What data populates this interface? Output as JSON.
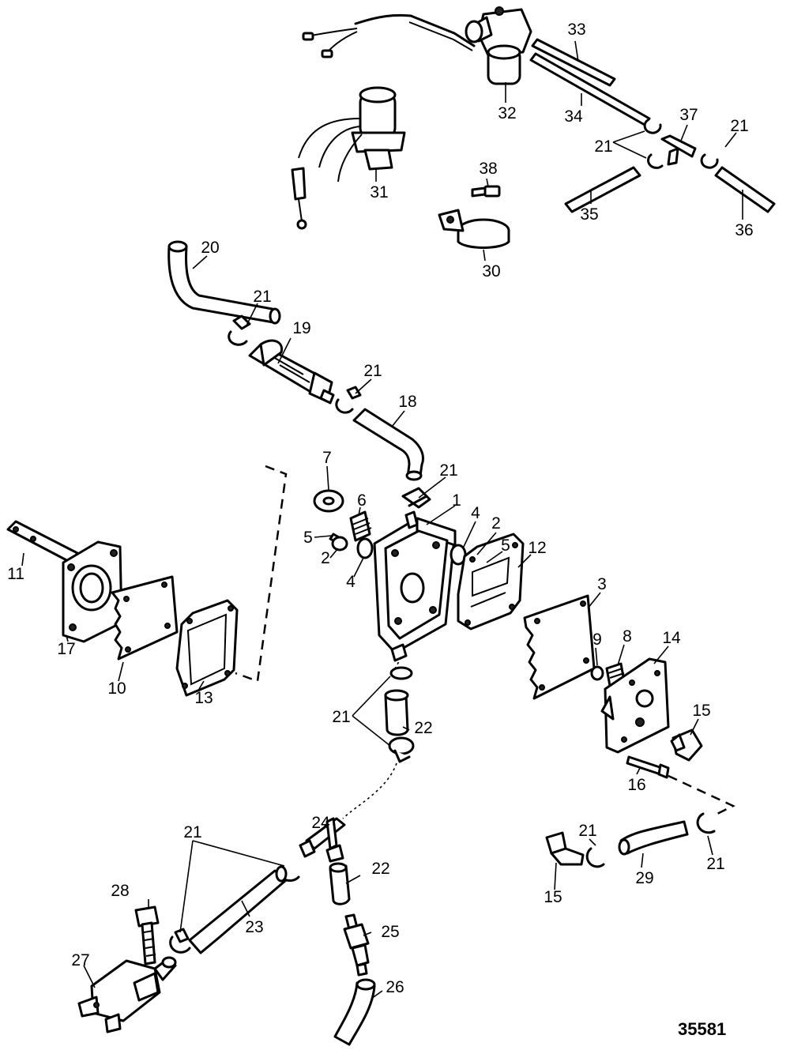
{
  "drawing_number": "35581",
  "callouts": [
    {
      "id": "c1",
      "label": "1"
    },
    {
      "id": "c2a",
      "label": "2"
    },
    {
      "id": "c2b",
      "label": "2"
    },
    {
      "id": "c3",
      "label": "3"
    },
    {
      "id": "c4a",
      "label": "4"
    },
    {
      "id": "c4b",
      "label": "4"
    },
    {
      "id": "c5a",
      "label": "5"
    },
    {
      "id": "c5b",
      "label": "5"
    },
    {
      "id": "c6",
      "label": "6"
    },
    {
      "id": "c7",
      "label": "7"
    },
    {
      "id": "c8",
      "label": "8"
    },
    {
      "id": "c9",
      "label": "9"
    },
    {
      "id": "c10",
      "label": "10"
    },
    {
      "id": "c11",
      "label": "11"
    },
    {
      "id": "c12",
      "label": "12"
    },
    {
      "id": "c13",
      "label": "13"
    },
    {
      "id": "c14",
      "label": "14"
    },
    {
      "id": "c15a",
      "label": "15"
    },
    {
      "id": "c15b",
      "label": "15"
    },
    {
      "id": "c16",
      "label": "16"
    },
    {
      "id": "c17",
      "label": "17"
    },
    {
      "id": "c18",
      "label": "18"
    },
    {
      "id": "c19",
      "label": "19"
    },
    {
      "id": "c20",
      "label": "20"
    },
    {
      "id": "c21a",
      "label": "21"
    },
    {
      "id": "c21b",
      "label": "21"
    },
    {
      "id": "c21c",
      "label": "21"
    },
    {
      "id": "c21d",
      "label": "21"
    },
    {
      "id": "c21e",
      "label": "21"
    },
    {
      "id": "c21f",
      "label": "21"
    },
    {
      "id": "c21g",
      "label": "21"
    },
    {
      "id": "c21h",
      "label": "21"
    },
    {
      "id": "c21i",
      "label": "21"
    },
    {
      "id": "c22a",
      "label": "22"
    },
    {
      "id": "c22b",
      "label": "22"
    },
    {
      "id": "c23",
      "label": "23"
    },
    {
      "id": "c24",
      "label": "24"
    },
    {
      "id": "c25",
      "label": "25"
    },
    {
      "id": "c26",
      "label": "26"
    },
    {
      "id": "c27",
      "label": "27"
    },
    {
      "id": "c28",
      "label": "28"
    },
    {
      "id": "c29",
      "label": "29"
    },
    {
      "id": "c30",
      "label": "30"
    },
    {
      "id": "c31",
      "label": "31"
    },
    {
      "id": "c32",
      "label": "32"
    },
    {
      "id": "c33",
      "label": "33"
    },
    {
      "id": "c34",
      "label": "34"
    },
    {
      "id": "c35",
      "label": "35"
    },
    {
      "id": "c36",
      "label": "36"
    },
    {
      "id": "c37",
      "label": "37"
    },
    {
      "id": "c38",
      "label": "38"
    }
  ]
}
